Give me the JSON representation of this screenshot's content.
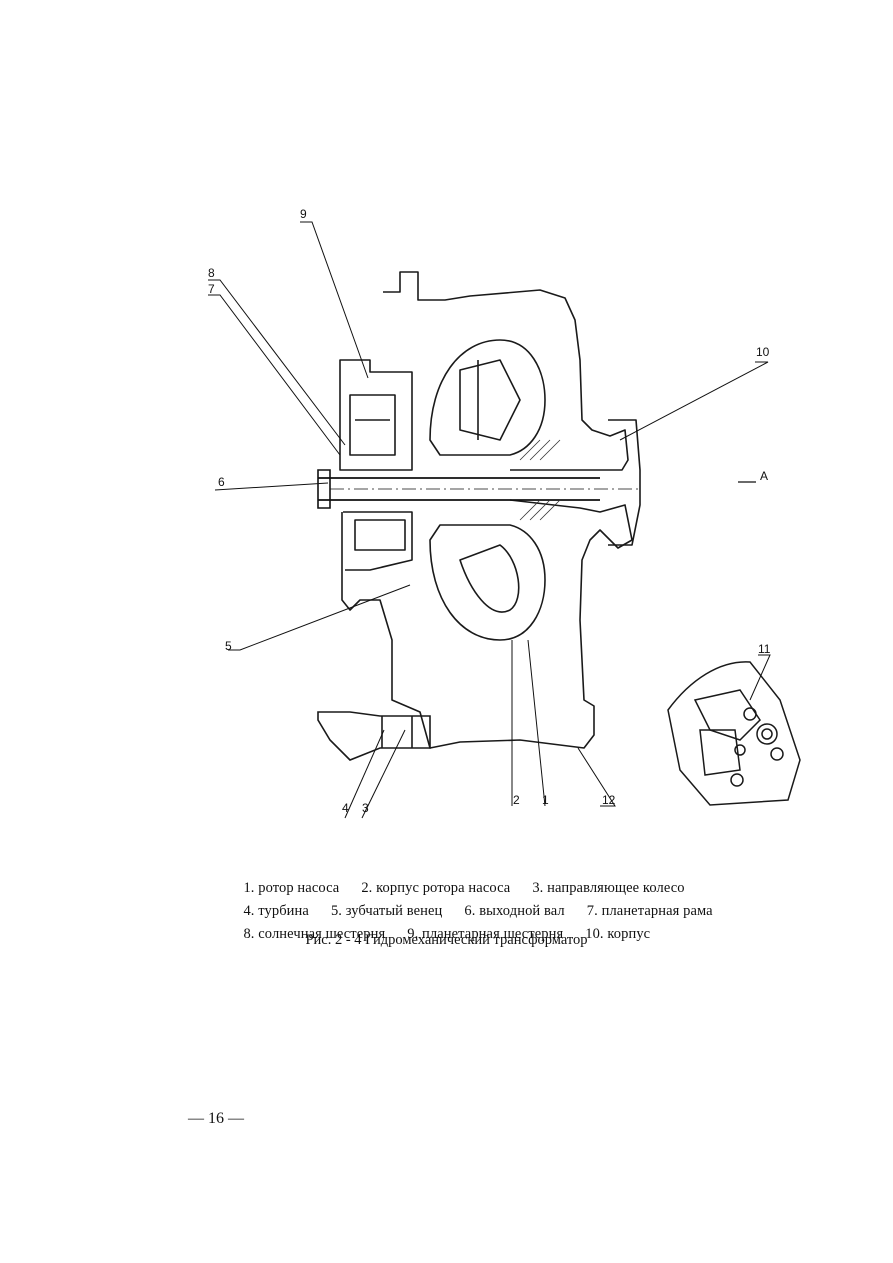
{
  "callouts": {
    "c1": "1",
    "c2": "2",
    "c3": "3",
    "c4": "4",
    "c5": "5",
    "c6": "6",
    "c7": "7",
    "c8": "8",
    "c9": "9",
    "c10": "10",
    "c11": "11",
    "c12": "12",
    "view_marker": "A"
  },
  "legend": {
    "line1": [
      "1. ротор насоса",
      "2. корпус ротора насоса",
      "3. направляющее колесо"
    ],
    "line2": [
      "4. турбина",
      "5. зубчатый венец",
      "6. выходной вал",
      "7. планетарная рама"
    ],
    "line3": [
      "8. солнечная шестерня",
      "9. планетарная шестерня",
      "10. корпус"
    ]
  },
  "figure_title": "Рис. 2 - 4 Гидромеханический трансформатор",
  "page_number": "— 16 —"
}
